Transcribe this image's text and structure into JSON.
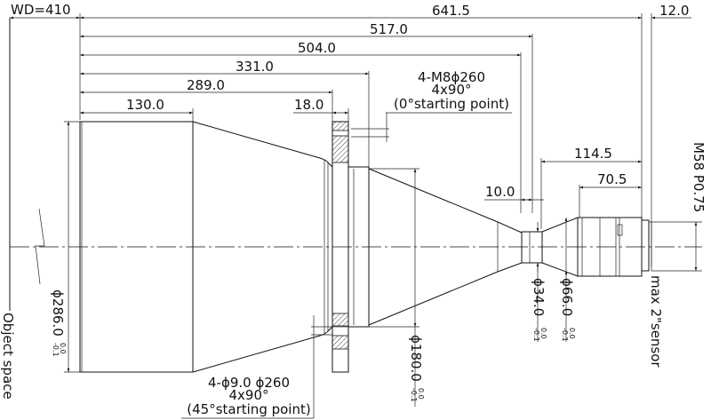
{
  "dimensions": {
    "wd": "WD=410",
    "total": "641.5",
    "flange_back": "12.0",
    "d517": "517.0",
    "d504": "504.0",
    "d331": "331.0",
    "d289": "289.0",
    "d130": "130.0",
    "d18": "18.0",
    "d114_5": "114.5",
    "d70_5": "70.5",
    "d10": "10.0"
  },
  "diameters": {
    "d286": "ϕ286.0",
    "d180": "ϕ180.0",
    "d34": "ϕ34.0",
    "d66": "ϕ66.0",
    "tol_upper": "0.0",
    "tol_lower": "-0.1"
  },
  "notes": {
    "top_line1": "4-M8ϕ260",
    "top_line2": "4x90°",
    "top_line3": "(0°starting point)",
    "bottom_line1": "4-ϕ9.0  ϕ260",
    "bottom_line2": "4x90°",
    "bottom_line3": "(45°starting point)",
    "mount": "M58 P0.75",
    "sensor": "max 2\"sensor",
    "object_space": "Object space"
  }
}
